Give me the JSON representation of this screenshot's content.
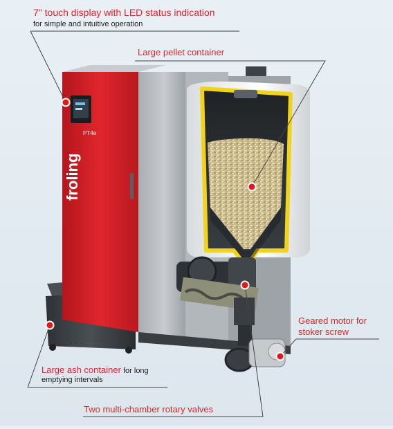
{
  "brand": {
    "name": "froling",
    "model": "PT4e"
  },
  "colors": {
    "accent": "#e0242b",
    "boiler_red": "#d0252b",
    "frame_yellow": "#f2d31b",
    "background": "#e4ecf2"
  },
  "callouts": {
    "display": {
      "title": "7\" touch display with LED status indication",
      "subtitle": "for simple and intuitive operation"
    },
    "pellet": {
      "title": "Large pellet container"
    },
    "motor": {
      "title_line1": "Geared motor for",
      "title_line2": "stoker screw"
    },
    "ash": {
      "title": "Large ash container",
      "rest": " for long",
      "line2": "emptying intervals"
    },
    "valves": {
      "title": "Two multi-chamber rotary valves"
    }
  }
}
